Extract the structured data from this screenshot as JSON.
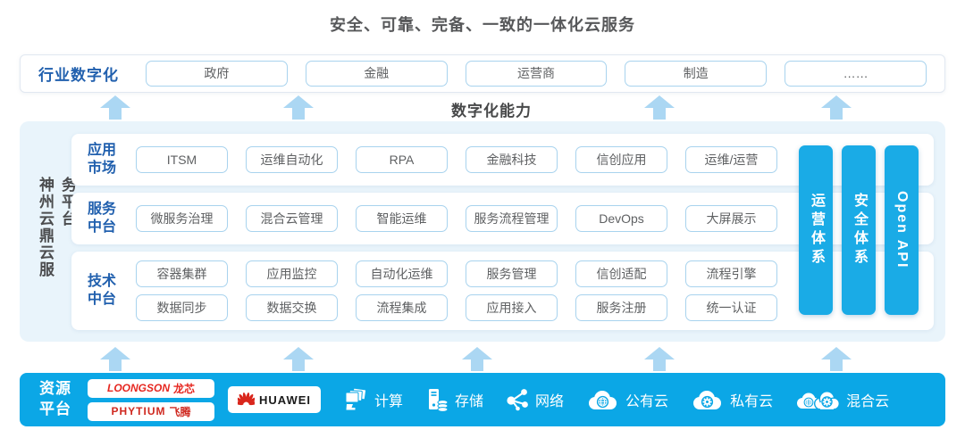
{
  "title": "安全、可靠、完备、一致的一体化云服务",
  "industry_row": {
    "label": "行业数字化",
    "items": [
      "政府",
      "金融",
      "运营商",
      "制造",
      "……"
    ]
  },
  "digital_capability_label": "数字化能力",
  "platform": {
    "side_label": "神州云鼎云服务平台",
    "rows": [
      {
        "label": "应用市场",
        "items": [
          "ITSM",
          "运维自动化",
          "RPA",
          "金融科技",
          "信创应用",
          "运维/运营"
        ]
      },
      {
        "label": "服务中台",
        "items": [
          "微服务治理",
          "混合云管理",
          "智能运维",
          "服务流程管理",
          "DevOps",
          "大屏展示"
        ]
      },
      {
        "label": "技术中台",
        "item_rows": [
          [
            "容器集群",
            "应用监控",
            "自动化运维",
            "服务管理",
            "信创适配",
            "流程引擎"
          ],
          [
            "数据同步",
            "数据交换",
            "流程集成",
            "应用接入",
            "服务注册",
            "统一认证"
          ]
        ]
      }
    ],
    "pillars": [
      "运营体系",
      "安全体系",
      "Open API"
    ]
  },
  "resource_row": {
    "label": "资源平台",
    "vendors": {
      "loongson": {
        "brand": "LOONGSON",
        "cn": "龙芯"
      },
      "phytium": {
        "brand": "PHYTIUM",
        "cn": "飞腾"
      },
      "huawei": {
        "brand": "HUAWEI"
      }
    },
    "resources": [
      {
        "icon": "compute-icon",
        "label": "计算"
      },
      {
        "icon": "storage-icon",
        "label": "存储"
      },
      {
        "icon": "network-icon",
        "label": "网络"
      },
      {
        "icon": "public-cloud-icon",
        "label": "公有云"
      },
      {
        "icon": "private-cloud-icon",
        "label": "私有云"
      },
      {
        "icon": "hybrid-cloud-icon",
        "label": "混合云"
      }
    ]
  },
  "colors": {
    "accent_blue": "#0ba7e6",
    "pillar_blue": "#1aabe6",
    "panel_bg": "#e9f4fb",
    "box_border": "#a8d3ee",
    "label_blue": "#2160ae",
    "arrow_blue": "#abd7f3",
    "text_gray": "#5f6163",
    "loongson_red": "#e6261f",
    "huawei_red": "#d9261c"
  }
}
